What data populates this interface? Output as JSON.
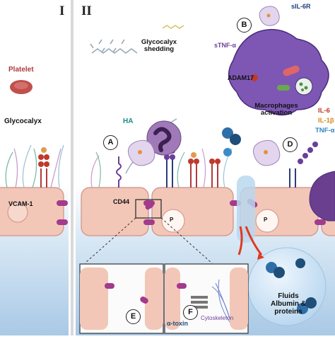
{
  "panels": {
    "left": "I",
    "right": "II"
  },
  "labels": {
    "platelet": "Platelet",
    "glycocalyx": "Glycocalyx",
    "vcam": "VCAM-1",
    "glycocalyx_shedding": "Glycocalyx shedding",
    "ha": "HA",
    "cd44": "CD44",
    "sil6r": "sIL-6R",
    "stnf": "sTNF-α",
    "adam17": "ADAM17",
    "macrophages": "Macrophages activation",
    "il6": "IL-6",
    "il1b": "IL-1β",
    "tnf": "TNF-α",
    "alpha_toxin": "α-toxin",
    "cytoskeleton": "Cytoskeleton",
    "fluids": "Fluids Albumin & proteins",
    "p1": "P",
    "p2": "P"
  },
  "markers": [
    "A",
    "B",
    "D",
    "E",
    "F"
  ],
  "colors": {
    "platelet": "#c0504d",
    "cell": "#f2c7b8",
    "vessel": "#c9dff0",
    "macrophage": "#7e57b5",
    "il6": "#c0392b",
    "il1b": "#d4891e",
    "tnf": "#2e86c1",
    "teal": "#1f8a8a"
  }
}
